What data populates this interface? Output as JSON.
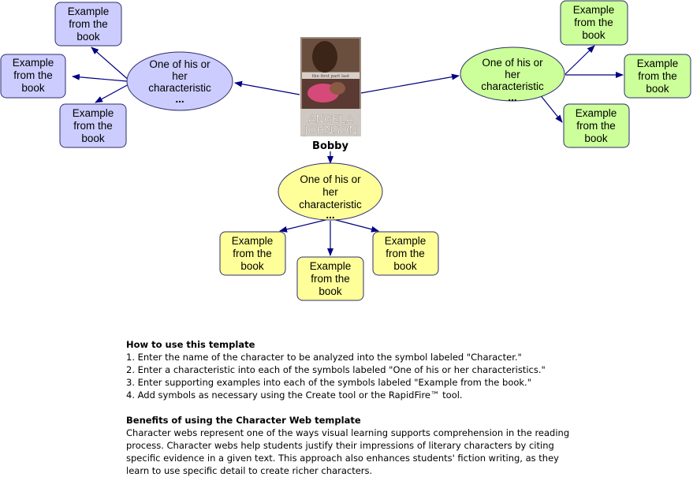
{
  "center": {
    "label": "Bobby",
    "cover": {
      "subtitle": "the first part last",
      "author_first": "ANGELA",
      "author_last": "JOHNSON"
    }
  },
  "colors": {
    "left_fill": "#ccccff",
    "right_fill": "#ccff99",
    "bottom_fill": "#ffff99",
    "stroke": "#2e2e6e",
    "arrow": "#000080"
  },
  "characteristic_lines": [
    "One of his or",
    "her",
    "characteristic",
    "..."
  ],
  "example_lines": [
    "Example",
    "from the",
    "book"
  ],
  "help": {
    "heading": "How to use this template",
    "steps": [
      "1. Enter the name of the character to be analyzed into the symbol labeled \"Character.\"",
      "2. Enter a characteristic into each of the symbols labeled \"One of his or her characteristics.\"",
      "3. Enter supporting examples into each of the symbols labeled \"Example from the book.\"",
      "4. Add symbols as necessary using the Create tool or the RapidFire™ tool."
    ]
  },
  "benefits": {
    "heading": "Benefits of using the Character Web template",
    "lines": [
      "Character webs represent one of the ways visual learning supports comprehension in the reading",
      "process. Character webs help students justify their impressions of literary characters by citing",
      "specific evidence in a given text. This approach also enhances students' fiction writing, as they",
      "learn to use specific detail to create richer characters."
    ]
  }
}
